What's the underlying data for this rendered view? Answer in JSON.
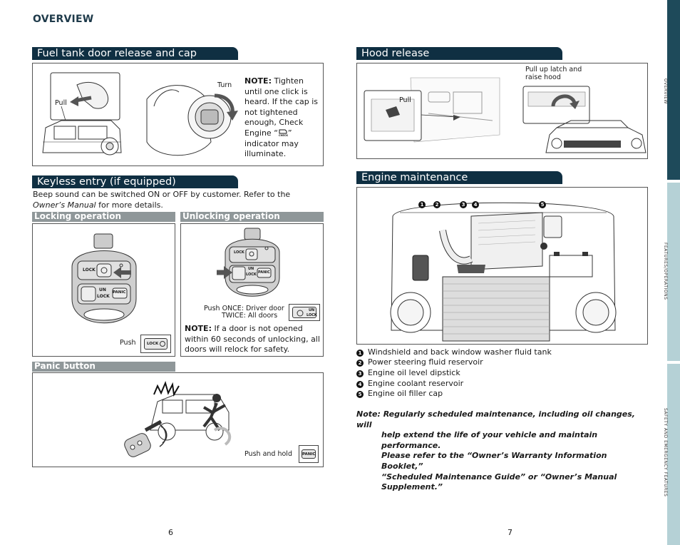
{
  "header": {
    "overview": "OVERVIEW"
  },
  "fuel": {
    "title": "Fuel tank door release and cap",
    "pull": "Pull",
    "turn": "Turn",
    "note_label": "NOTE:",
    "note_text_1": " Tighten until one click is heard. If the cap is not tightened enough, Check Engine “",
    "note_text_2": "” indicator may illuminate.",
    "check_icon_text": "CHECK"
  },
  "keyless": {
    "title": "Keyless entry (if equipped)",
    "desc_1": "Beep sound can be switched ON or OFF by customer. Refer to the ",
    "desc_italic": "Owner’s Manual",
    "desc_2": " for more details.",
    "locking": "Locking operation",
    "unlocking": "Unlocking operation",
    "push": "Push",
    "push_once": "Push ONCE: Driver door",
    "twice": "TWICE: All doors",
    "note_label": "NOTE:",
    "note_text": " If a door is not opened within 60 seconds of unlocking, all doors will relock for safety.",
    "panic_button": "Panic button",
    "push_hold": "Push and hold",
    "key_lock": "LOCK",
    "key_un": "UN",
    "key_lock2": "LOCK",
    "key_panic": "PANIC"
  },
  "hood": {
    "title": "Hood release",
    "pull": "Pull",
    "latch_1": "Pull up latch and",
    "latch_2": "raise hood"
  },
  "engine": {
    "title": "Engine maintenance",
    "items": [
      {
        "num": "1",
        "text": "Windshield and back window washer fluid tank"
      },
      {
        "num": "2",
        "text": "Power steering fluid reservoir"
      },
      {
        "num": "3",
        "text": "Engine oil level dipstick"
      },
      {
        "num": "4",
        "text": "Engine coolant reservoir"
      },
      {
        "num": "5",
        "text": "Engine oil filler cap"
      }
    ],
    "note_1": "Note: Regularly scheduled maintenance, including oil changes, will",
    "note_2": "help extend the life of your vehicle and maintain performance.",
    "note_3": "Please refer to the “Owner’s Warranty Information Booklet,”",
    "note_4": "“Scheduled Maintenance Guide” or “Owner’s Manual",
    "note_5": "Supplement.”"
  },
  "side": {
    "overview": "OVERVIEW",
    "features": "FEATURES/OPERATIONS",
    "safety": "SAFETY AND EMERGENCY FEATURES"
  },
  "pages": {
    "left": "6",
    "right": "7"
  },
  "colors": {
    "header_bg": "#0f2f42",
    "subheader_bg": "#8f9799",
    "tab_dark": "#1e4a5a",
    "tab_light": "#b5d1d6"
  }
}
